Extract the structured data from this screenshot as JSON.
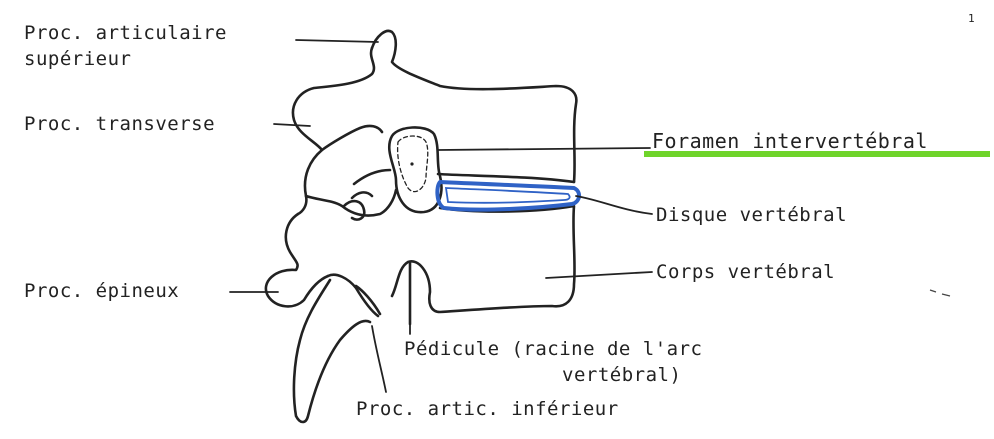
{
  "diagram": {
    "labels": {
      "proc_articulaire_line1": "Proc. articulaire",
      "proc_articulaire_line2": "supérieur",
      "proc_transverse": "Proc. transverse",
      "foramen": "Foramen intervertébral",
      "disque": "Disque vertébral",
      "corps": "Corps vertébral",
      "proc_epineux": "Proc. épineux",
      "pedicule_line1": "Pédicule (racine de l'arc",
      "pedicule_line2": "vertébral)",
      "proc_artic_inferieur": "Proc. artic. inférieur",
      "corner_mark": "1"
    },
    "colors": {
      "ink": "#222222",
      "highlight_underline": "#6fd42a",
      "disc_outline": "#2f62c6",
      "background": "#ffffff"
    }
  }
}
